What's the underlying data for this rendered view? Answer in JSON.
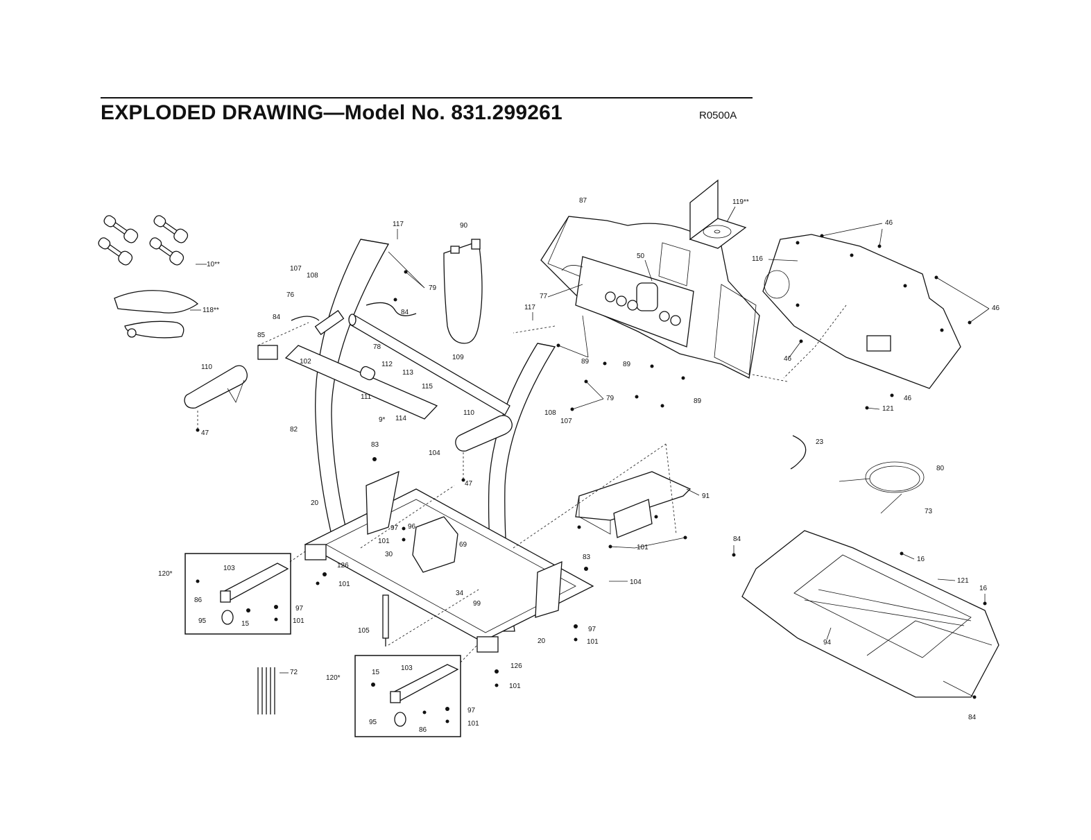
{
  "header": {
    "title": "EXPLODED DRAWING—Model No. 831.299261",
    "code": "R0500A"
  },
  "labels": [
    "10**",
    "118**",
    "107",
    "108",
    "76",
    "84",
    "85",
    "102",
    "78",
    "112",
    "113",
    "115",
    "111",
    "9*",
    "114",
    "110",
    "47",
    "82",
    "117",
    "79",
    "84",
    "90",
    "109",
    "110",
    "108",
    "107",
    "83",
    "104",
    "47",
    "20",
    "97",
    "96",
    "101",
    "30",
    "69",
    "34",
    "99",
    "126",
    "101",
    "120*",
    "103",
    "86",
    "95",
    "15",
    "97",
    "101",
    "105",
    "72",
    "120*",
    "15",
    "103",
    "95",
    "86",
    "97",
    "101",
    "126",
    "101",
    "20",
    "97",
    "101",
    "83",
    "104",
    "91",
    "101",
    "87",
    "50",
    "77",
    "117",
    "89",
    "89",
    "89",
    "79",
    "119**",
    "46",
    "116",
    "46",
    "46",
    "46",
    "121",
    "23",
    "80",
    "73",
    "84",
    "16",
    "121",
    "16",
    "94",
    "84"
  ]
}
